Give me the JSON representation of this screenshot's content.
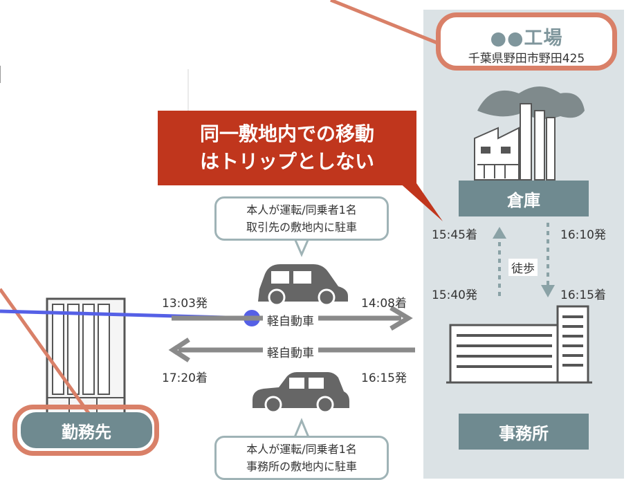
{
  "factory": {
    "name": "●●工場",
    "address": "千葉県野田市野田425"
  },
  "callout": {
    "line1": "同一敷地内での移動",
    "line2": "はトリップとしない"
  },
  "warehouse": {
    "label": "倉庫"
  },
  "office": {
    "label": "事務所"
  },
  "workplace": {
    "label": "勤務先"
  },
  "walk": {
    "label": "徒歩",
    "arrive_warehouse": "15:45着",
    "depart_warehouse": "16:10発",
    "depart_office": "15:40発",
    "arrive_office": "16:15着"
  },
  "outbound": {
    "depart": "13:03発",
    "arrive": "14:08着",
    "vehicle": "軽自動車",
    "note_line1": "本人が運転/同乗者1名",
    "note_line2": "取引先の敷地内に駐車"
  },
  "inbound": {
    "depart": "16:15発",
    "arrive": "17:20着",
    "vehicle": "軽自動車",
    "note_line1": "本人が運転/同乗者1名",
    "note_line2": "事務所の敷地内に駐車"
  },
  "colors": {
    "teal": "#6f8a90",
    "salmon": "#d98068",
    "callout_red": "#c0361d",
    "panel": "#dbe2e5",
    "blue_line": "#5560e6"
  }
}
